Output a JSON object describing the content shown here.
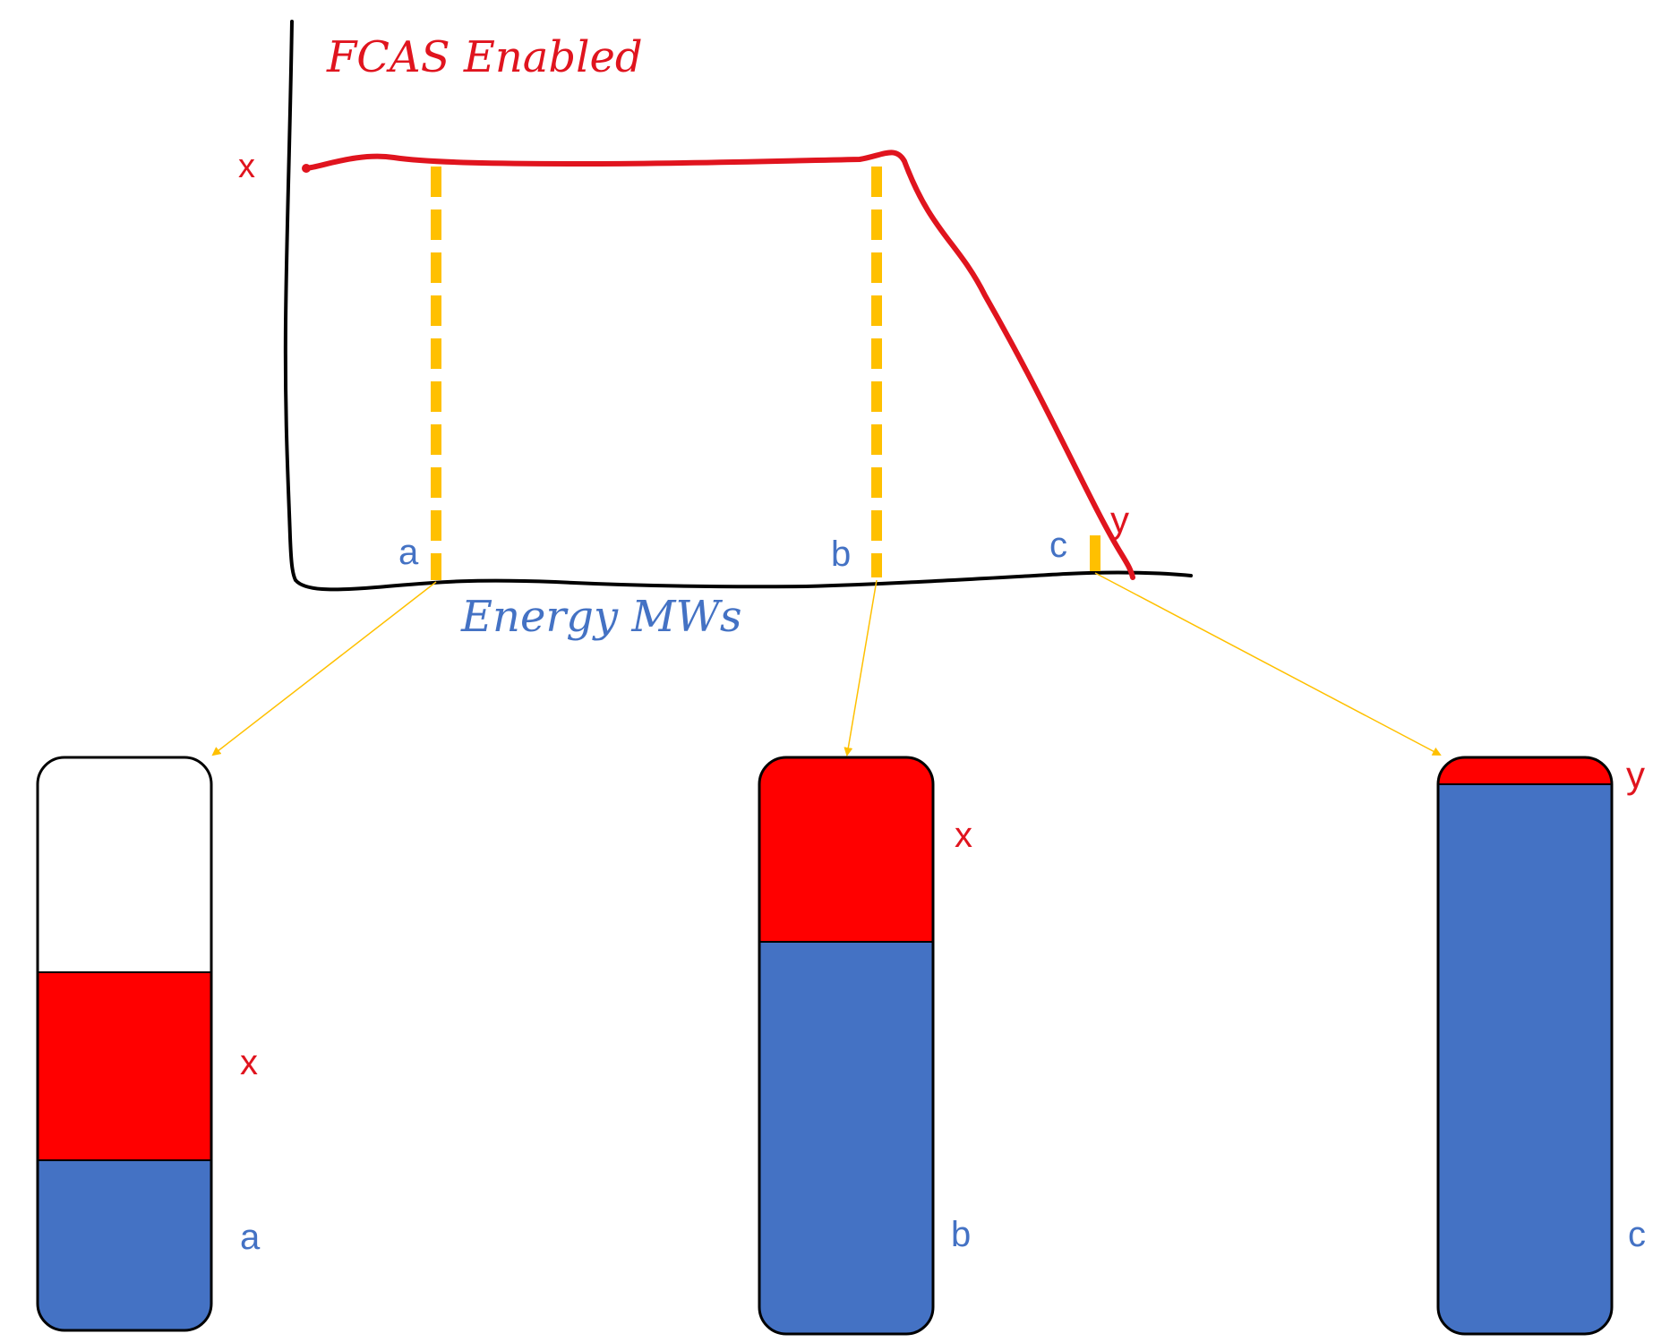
{
  "title": "FCAS Enabled",
  "x_axis_label": "Energy MWs",
  "curve_labels": {
    "x": "x",
    "y": "y"
  },
  "markers": [
    {
      "label": "a"
    },
    {
      "label": "b"
    },
    {
      "label": "c"
    }
  ],
  "bars": [
    {
      "label": "a",
      "segments": [
        {
          "label": "",
          "color": "#ffffff"
        },
        {
          "label": "x",
          "color": "#ff0000"
        },
        {
          "label": "a",
          "color": "#4472c4"
        }
      ]
    },
    {
      "label": "b",
      "segments": [
        {
          "label": "x",
          "color": "#ff0000"
        },
        {
          "label": "b",
          "color": "#4472c4"
        }
      ]
    },
    {
      "label": "c",
      "segments": [
        {
          "label": "y",
          "color": "#ff0000"
        },
        {
          "label": "c",
          "color": "#4472c4"
        }
      ]
    }
  ],
  "colors": {
    "red_text": "#e0141e",
    "blue_text": "#4472c4",
    "curve": "#e0141e",
    "marker": "#ffc000",
    "axis": "#000000",
    "arrow": "#ffc000"
  }
}
